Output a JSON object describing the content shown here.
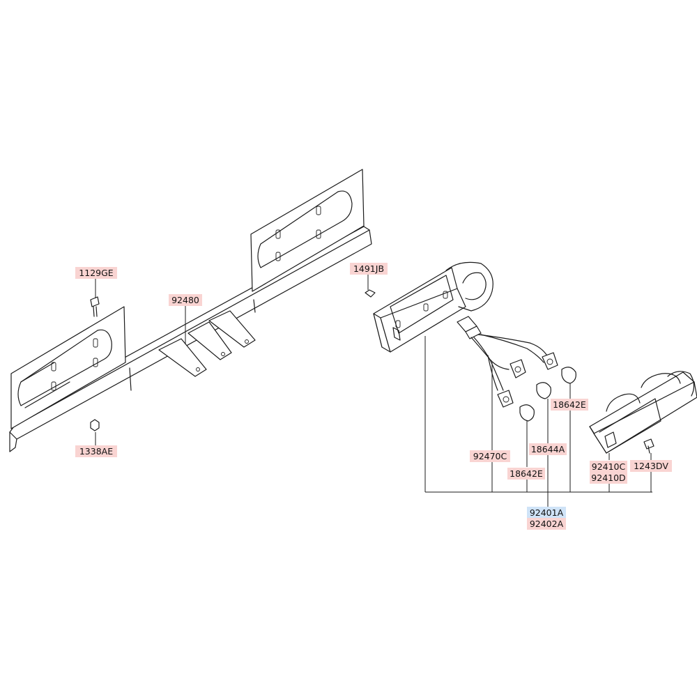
{
  "colors": {
    "label_bg": "#f9d4d2",
    "label_bg_highlight": "#cfe3f7",
    "line": "#1a1a1a",
    "background": "#ffffff"
  },
  "labels": {
    "p1129GE": "1129GE",
    "p1338AE": "1338AE",
    "p92480": "92480",
    "p1491JB": "1491JB",
    "p18642E_top": "18642E",
    "p18644A": "18644A",
    "p92470C": "92470C",
    "p18642E_bottom": "18642E",
    "p92410C": "92410C",
    "p92410D": "92410D",
    "p1243DV": "1243DV",
    "p92401A": "92401A",
    "p92402A": "92402A"
  }
}
